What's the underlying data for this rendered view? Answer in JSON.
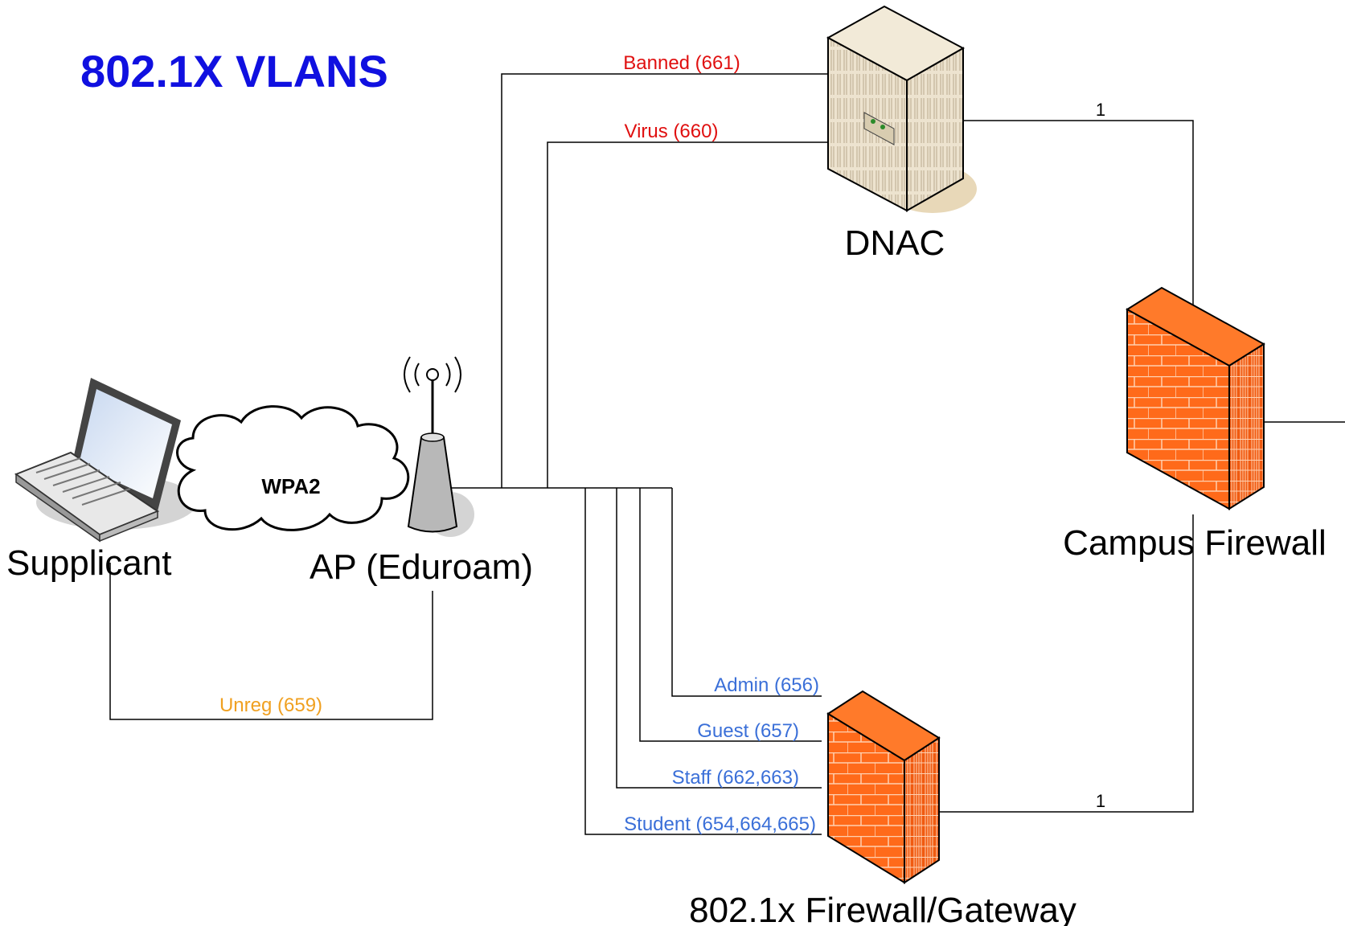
{
  "title": "802.1X VLANS",
  "nodes": {
    "supplicant": "Supplicant",
    "ap": "AP (Eduroam)",
    "dnac": "DNAC",
    "campus_firewall": "Campus Firewall",
    "gateway": "802.1x Firewall/Gateway"
  },
  "cloud": "WPA2",
  "vlans": {
    "banned": "Banned (661)",
    "virus": "Virus (660)",
    "unreg": "Unreg (659)",
    "admin": "Admin (656)",
    "guest": "Guest (657)",
    "staff": "Staff (662,663)",
    "student": "Student (654,664,665)"
  },
  "links": {
    "dnac_to_campus": "1",
    "gateway_to_campus": "1"
  },
  "colors": {
    "title": "#1010e0",
    "vlan_red": "#e01010",
    "vlan_blue": "#3a6fd8",
    "vlan_orange": "#f0a020",
    "firewall": "#ff6a1a"
  },
  "icons": {
    "supplicant": "laptop-icon",
    "ap": "wireless-access-point-icon",
    "dnac": "server-tower-icon",
    "campus_firewall": "firewall-icon",
    "gateway": "firewall-icon",
    "cloud": "cloud-icon"
  }
}
